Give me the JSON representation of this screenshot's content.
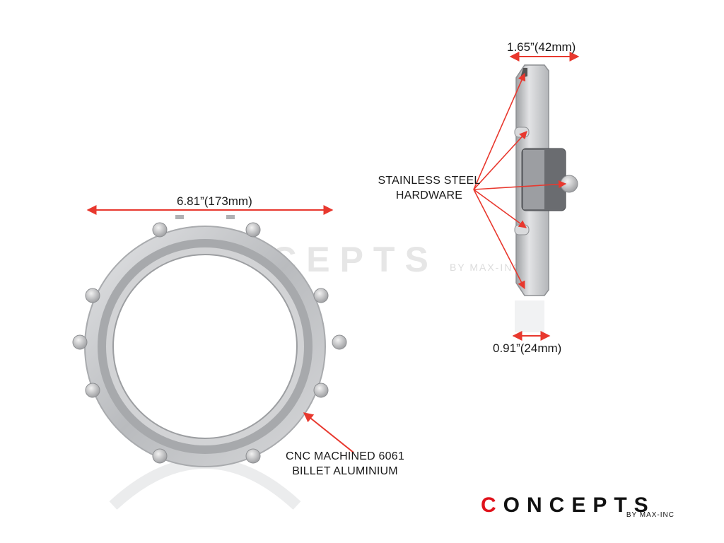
{
  "watermark": {
    "brand": "CONCEPTS",
    "sub": "BY MAX-INC"
  },
  "front_view": {
    "width_label": "6.81”(173mm)",
    "material_label_line1": "CNC MACHINED 6061",
    "material_label_line2": "BILLET ALUMINIUM"
  },
  "side_view": {
    "depth_top_label": "1.65”(42mm)",
    "depth_bottom_label": "0.91”(24mm)",
    "hardware_label_line1": "STAINLESS STEEL",
    "hardware_label_line2": "HARDWARE"
  },
  "logo": {
    "first_letter": "C",
    "rest": "ONCEPTS",
    "sub": "BY MAX-INC"
  },
  "colors": {
    "arrow": "#e8382e",
    "metal": "#c7c9cc",
    "logo_red": "#e0121b"
  }
}
